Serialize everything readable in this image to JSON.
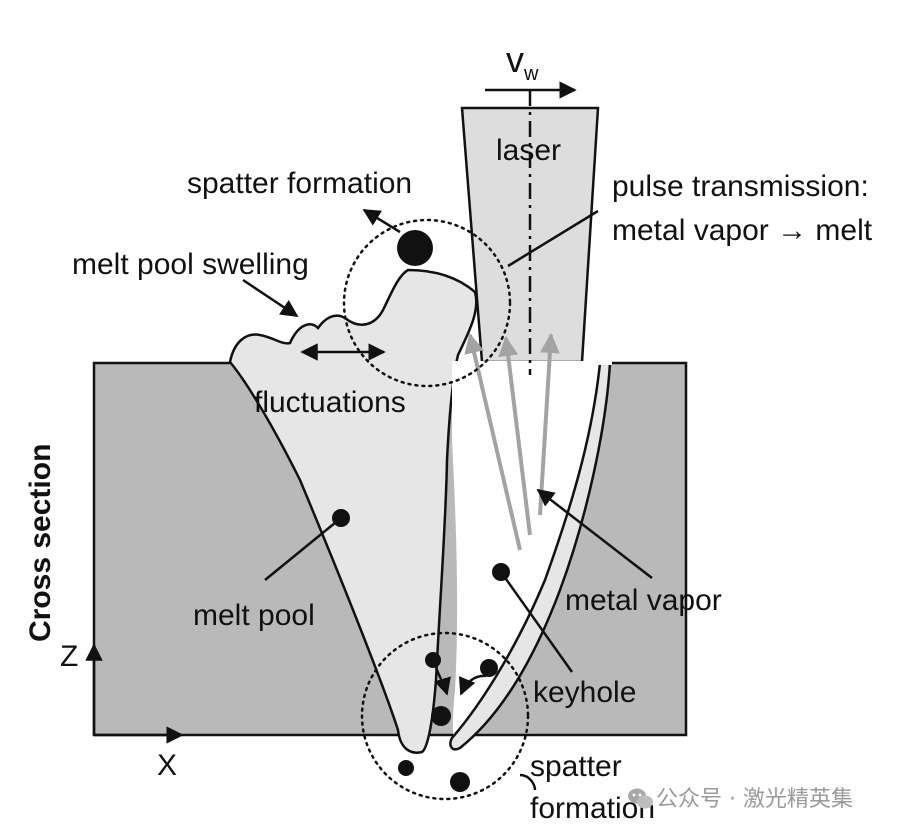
{
  "labels": {
    "vw_main": "v",
    "vw_sub": "w",
    "laser": "laser",
    "spatter_formation_top": "spatter formation",
    "pulse_line1": "pulse transmission:",
    "pulse_line2": "metal vapor → melt",
    "melt_pool_swelling": "melt pool swelling",
    "fluctuations": "fluctuations",
    "cross_section": "Cross section",
    "melt_pool": "melt pool",
    "metal_vapor": "metal vapor",
    "keyhole": "keyhole",
    "spatter_bottom_line1": "spatter",
    "spatter_bottom_line2": "formation",
    "axis_z": "Z",
    "axis_x": "X"
  },
  "watermark": {
    "text": "公众号 · 激光精英集",
    "icon": "wechat-icon"
  },
  "colors": {
    "workpiece": "#b9b9b9",
    "melt": "#e6e6e6",
    "laser_beam": "#dddddd",
    "vapor_arrows": "#a3a3a3",
    "ink": "#111111"
  }
}
